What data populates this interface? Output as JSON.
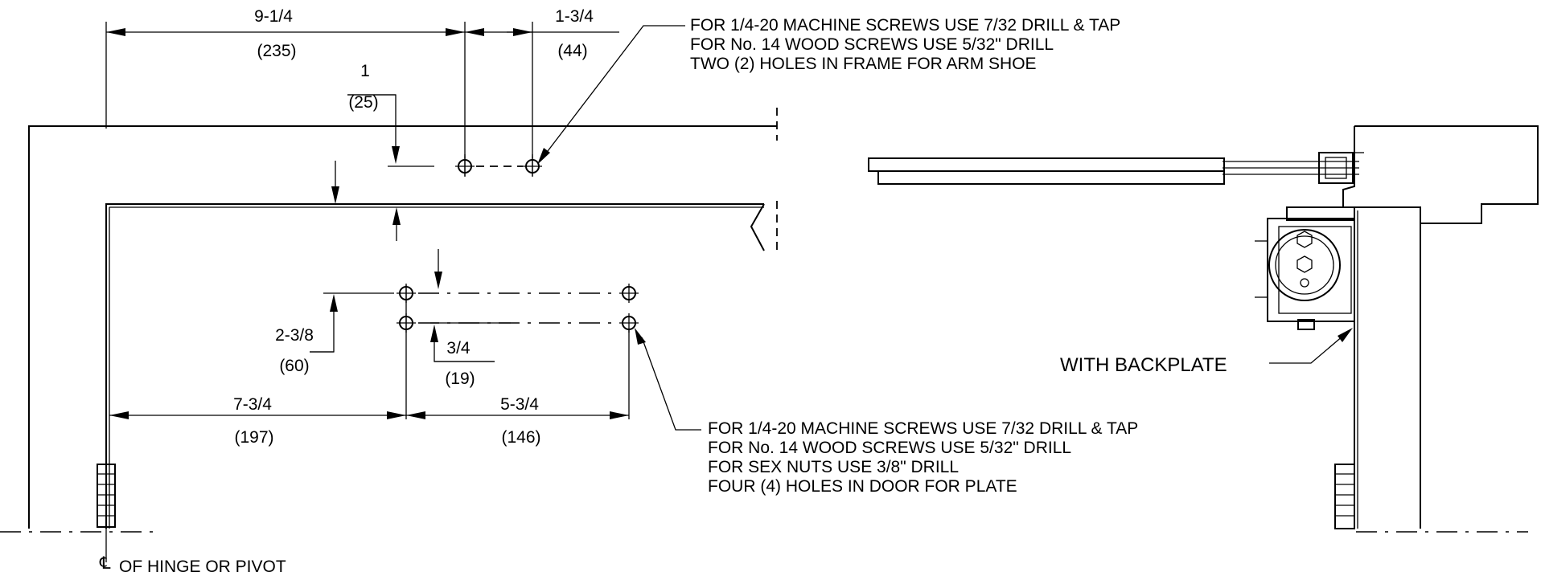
{
  "dimensions": {
    "d1": {
      "value": "9-1/4",
      "metric": "(235)"
    },
    "d2": {
      "value": "1-3/4",
      "metric": "(44)"
    },
    "d3": {
      "value": "1",
      "metric": "(25)"
    },
    "d4": {
      "value": "2-3/8",
      "metric": "(60)"
    },
    "d5": {
      "value": "3/4",
      "metric": "(19)"
    },
    "d6": {
      "value": "7-3/4",
      "metric": "(197)"
    },
    "d7": {
      "value": "5-3/4",
      "metric": "(146)"
    }
  },
  "notes": {
    "frame": [
      "FOR 1/4-20 MACHINE SCREWS USE 7/32 DRILL & TAP",
      "FOR No. 14 WOOD SCREWS USE 5/32\" DRILL",
      "TWO (2) HOLES IN FRAME FOR ARM SHOE"
    ],
    "door": [
      "FOR 1/4-20 MACHINE SCREWS USE 7/32 DRILL & TAP",
      "FOR No. 14 WOOD SCREWS USE 5/32\" DRILL",
      "FOR SEX NUTS USE 3/8\" DRILL",
      "FOUR (4) HOLES IN DOOR FOR PLATE"
    ],
    "backplate": "WITH BACKPLATE",
    "centerline_symbol": "℄",
    "centerline_text": "OF HINGE OR PIVOT"
  }
}
